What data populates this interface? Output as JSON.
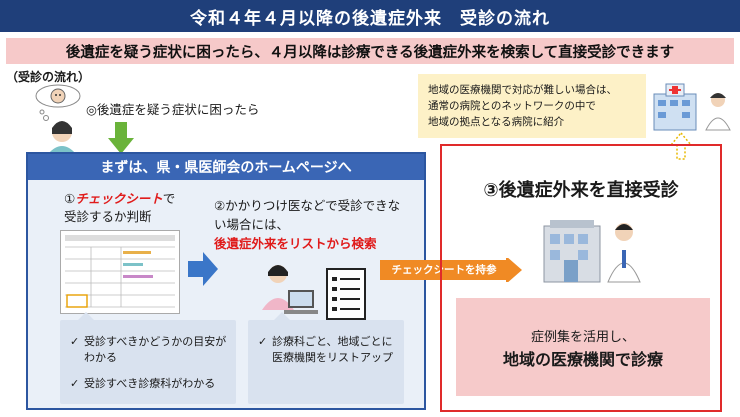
{
  "title": "令和４年４月以降の後遺症外来　受診の流れ",
  "banner": "後遺症を疑う症状に困ったら、４月以降は診療できる後遺症外来を検索して直接受診できます",
  "flow_label": "（受診の流れ）",
  "symptom": "◎後遺症を疑う症状に困ったら",
  "panel": {
    "header": "まずは、県・県医師会のホームページへ",
    "step1": {
      "num": "①",
      "red": "チェックシート",
      "rest1": "で",
      "line2": "受診するか判断"
    },
    "step2": {
      "line1": "②かかりつけ医などで受診できな",
      "line2": "い場合には、",
      "red": "後遺症外来をリストから検索"
    },
    "check1": [
      {
        "mark": "✓",
        "text": "受診すべきかどうかの目安がわかる"
      },
      {
        "mark": "✓",
        "text": "受診すべき診療科がわかる"
      }
    ],
    "check2": [
      {
        "mark": "✓",
        "text": "診療科ごと、地域ごとに医療機関をリストアップ"
      }
    ]
  },
  "arrow_label": "チェックシートを持参",
  "bubble": {
    "line1": "地域の医療機関で対応が難しい場合は、",
    "line2": "通常の病院とのネットワークの中で",
    "line3": "地域の拠点となる病院に紹介"
  },
  "right": {
    "title": "③後遺症外来を直接受診",
    "result1": "症例集を活用し、",
    "result2": "地域の医療機関で診療"
  },
  "colors": {
    "navy": "#1f3f7a",
    "blue": "#3a66b5",
    "red": "#e01b1b",
    "pink": "#f6c9c9",
    "cream": "#fdf1c7",
    "green": "#6ab33a"
  }
}
